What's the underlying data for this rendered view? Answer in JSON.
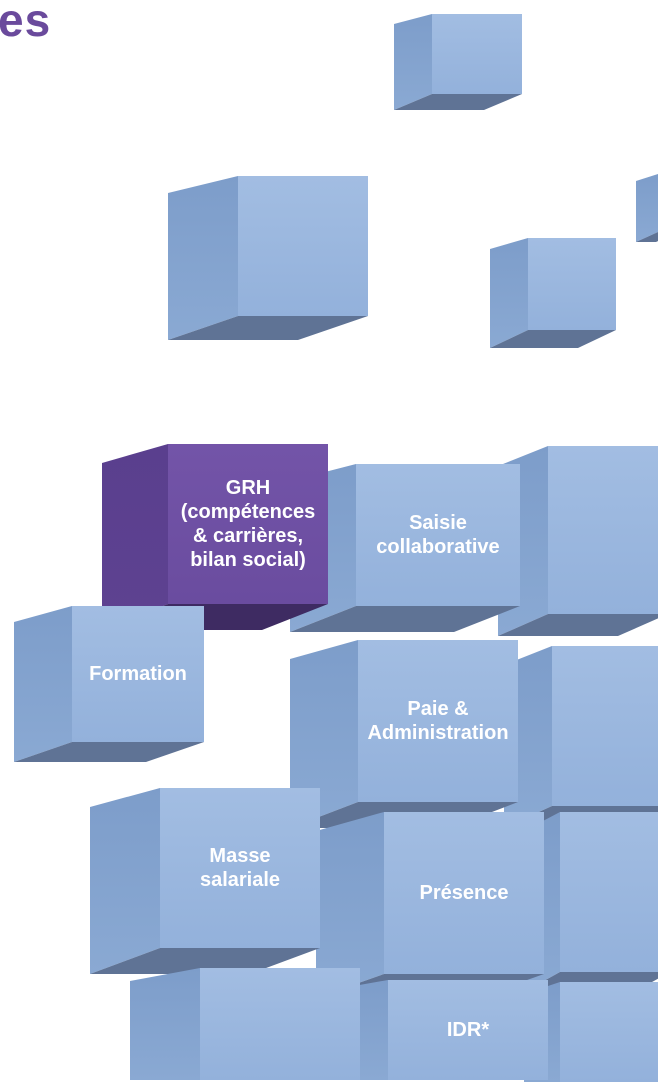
{
  "heading_fragment": "es",
  "colors": {
    "heading": "#6a4a9c",
    "cube_face": "#9bb7df",
    "cube_side": "#8aa7d1",
    "cube_base": "#5f7395",
    "highlight_face": "#6f50a4",
    "highlight_side": "#5b3f8f",
    "highlight_base": "#3e2b62",
    "label_text": "#ffffff"
  },
  "modules": [
    {
      "id": "grh",
      "label": "GRH\n(compétences\n& carrières,\nbilan social)",
      "highlighted": true
    },
    {
      "id": "saisie",
      "label": "Saisie\ncollaborative",
      "highlighted": false
    },
    {
      "id": "formation",
      "label": "Formation",
      "highlighted": false
    },
    {
      "id": "paie",
      "label": "Paie &\nAdministration",
      "highlighted": false
    },
    {
      "id": "masse",
      "label": "Masse\nsalariale",
      "highlighted": false
    },
    {
      "id": "presence",
      "label": "Présence",
      "highlighted": false
    },
    {
      "id": "idr",
      "label": "IDR*",
      "highlighted": false
    }
  ]
}
